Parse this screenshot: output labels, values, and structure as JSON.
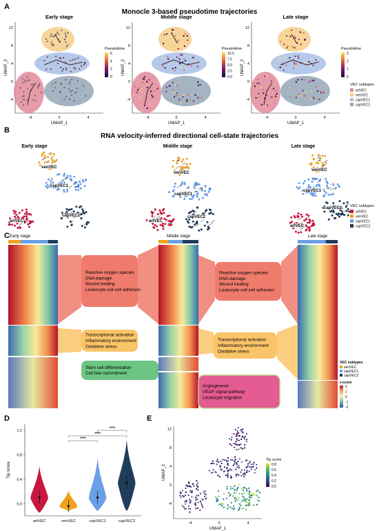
{
  "panel_A": {
    "letter": "A",
    "title": "Monocle 3-based pseudotime trajectories",
    "stages": [
      "Early stage",
      "Middle stage",
      "Late stage"
    ],
    "legend_title": "Pseudotime",
    "legend_ticks": [
      [
        "6",
        "4",
        "2",
        "0"
      ],
      [
        "10.0",
        "7.5",
        "5.0",
        "2.5",
        "0.0"
      ],
      [
        "3",
        "2",
        "1",
        "0"
      ]
    ],
    "xlabel": "UMAP_1",
    "ylabel": "UMAP_2",
    "xticks": [
      "-4",
      "0",
      "4"
    ],
    "yticks": [
      "12",
      "8",
      "4",
      "0",
      "-4"
    ],
    "vec_legend_title": "VEC subtypes",
    "vec_legend": [
      "artVEC",
      "venVEC",
      "capVEC1",
      "capVEC2"
    ],
    "vec_colors": [
      "#e08a9a",
      "#f6cc8a",
      "#a9bfe8",
      "#94a7b8"
    ]
  },
  "panel_B": {
    "letter": "B",
    "title": "RNA velocity-inferred directional cell-state trajectories",
    "stages": [
      "Early stage",
      "Middle stage",
      "Late stage"
    ],
    "cluster_labels": [
      "venVEC",
      "capVEC1",
      "artVEC",
      "capVEC2"
    ],
    "legend_title": "VEC subtypes",
    "legend": [
      "artVEC",
      "venVEC",
      "capVEC1",
      "capVEC2"
    ],
    "colors": [
      "#c8173f",
      "#f0a31a",
      "#6a9ee6",
      "#1f3c5a"
    ]
  },
  "panel_C": {
    "letter": "C",
    "stages": [
      "Early stage",
      "Middle stage",
      "Late stage"
    ],
    "boxes": [
      [
        "Reactive oxygen species",
        "DNA damage",
        "Wound healing",
        "Leukocyte cell-cell adhesion"
      ],
      [
        "Reactive oxygen species",
        "DNA damage",
        "Wound healing",
        "Leukocyte cell-cell adhesion"
      ],
      [
        "Transcriptional activation",
        "Inflammatory environment",
        "Oxidative stress"
      ],
      [
        "Transcriptional activation",
        "Inflammatory environment",
        "Oxidative stress"
      ],
      [
        "Stem cell differentiation",
        "Cell fate commitment"
      ],
      [
        "Angiogenesis",
        "VEGF signal pathway",
        "Leukocyte migration"
      ]
    ],
    "box_colors": {
      "red": "#ef7b6c",
      "orange": "#fac469",
      "green": "#6cc583",
      "pink": "#e45c92"
    },
    "legend_title": "VEC subtypes",
    "legend": [
      "venVEC",
      "capVEC1",
      "capVEC2"
    ],
    "legend_colors": [
      "#f0a31a",
      "#6a9ee6",
      "#1f3c5a"
    ],
    "z_title": "z-score",
    "z_ticks": [
      "2",
      "1",
      "0",
      "-1",
      "-2"
    ]
  },
  "panel_D": {
    "letter": "D",
    "ylabel": "Tip score",
    "sig": [
      "****",
      "****",
      "****"
    ],
    "chart_data": {
      "type": "violin",
      "categories": [
        "artVEC",
        "venVEC",
        "capVEC1",
        "capVEC2"
      ],
      "medians": [
        0.1,
        -0.04,
        0.1,
        0.34
      ],
      "mins": [
        -0.15,
        -0.12,
        -0.12,
        -0.12
      ],
      "maxs": [
        0.62,
        0.22,
        0.75,
        1.05
      ],
      "colors": [
        "#c8173f",
        "#f0a31a",
        "#6a9ee6",
        "#1f3c5a"
      ],
      "yticks": [
        "1.2",
        "0.8",
        "0.4",
        "0.0"
      ],
      "ytick_values": [
        1.2,
        0.8,
        0.4,
        0.0
      ],
      "ylim": [
        -0.2,
        1.3
      ]
    }
  },
  "panel_E": {
    "letter": "E",
    "xlabel": "UMAP_1",
    "ylabel": "UMAP_2",
    "xticks": [
      "-4",
      "0",
      "4"
    ],
    "yticks": [
      "12",
      "8",
      "4",
      "0",
      "-4"
    ],
    "legend_title": "Tip score",
    "legend_ticks": [
      "0.8",
      "0.6",
      "0.4",
      "0.2",
      "0.0"
    ]
  }
}
